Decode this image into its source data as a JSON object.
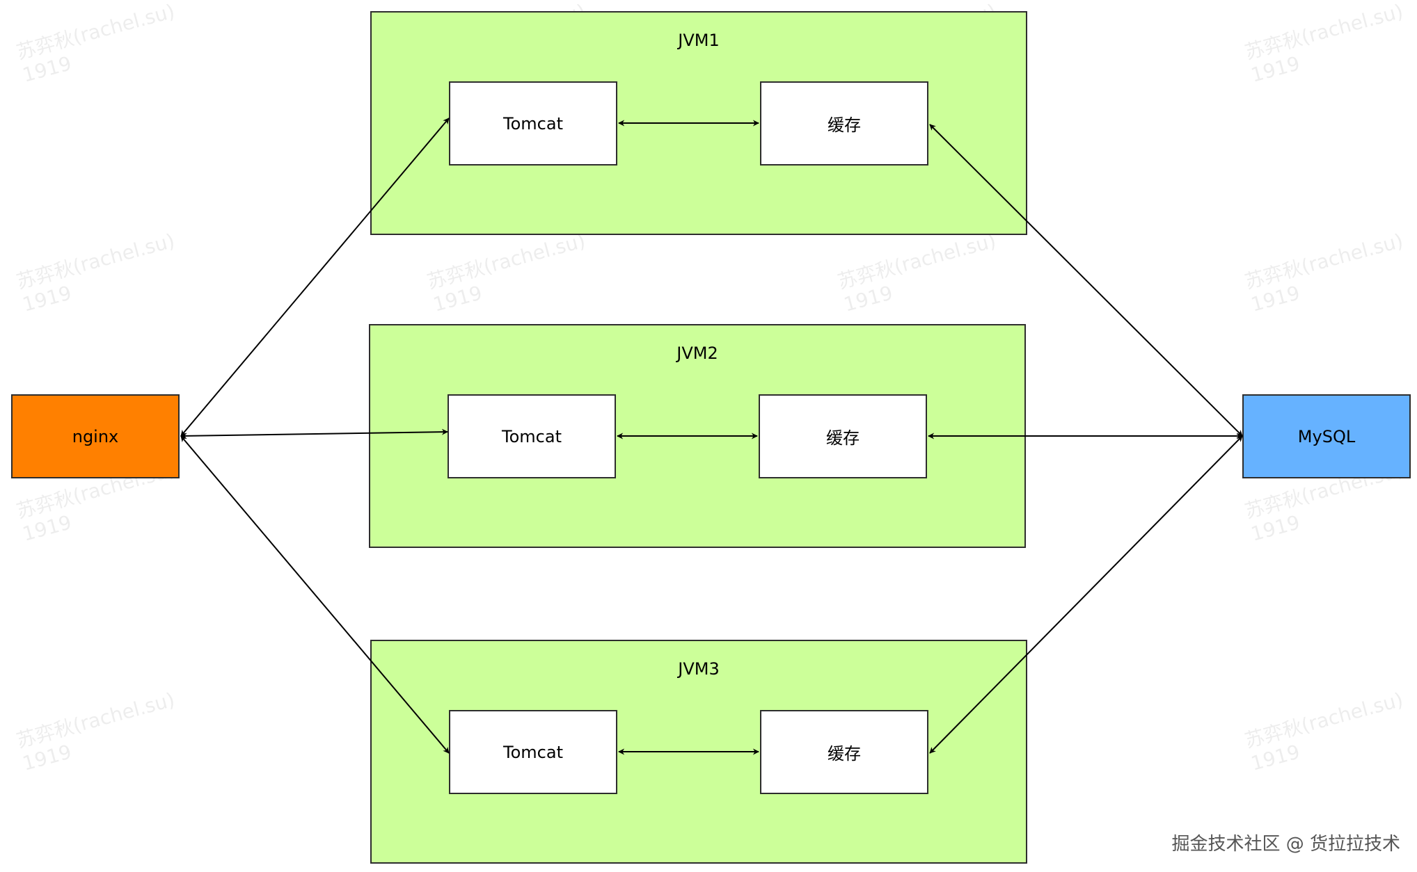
{
  "jvms": [
    {
      "title": "JVM1",
      "tomcat": "Tomcat",
      "cache": "缓存"
    },
    {
      "title": "JVM2",
      "tomcat": "Tomcat",
      "cache": "缓存"
    },
    {
      "title": "JVM3",
      "tomcat": "Tomcat",
      "cache": "缓存"
    }
  ],
  "nginx": {
    "label": "nginx"
  },
  "mysql": {
    "label": "MySQL"
  },
  "watermark": {
    "text": "苏弈秋(rachel.su)",
    "id": "1919"
  },
  "footer": {
    "credit": "掘金技术社区 @ 货拉拉技术"
  },
  "colors": {
    "jvm_fill": "#ccff99",
    "nginx_fill": "#ff8000",
    "mysql_fill": "#66b2ff",
    "stroke": "#2d2d2d"
  }
}
